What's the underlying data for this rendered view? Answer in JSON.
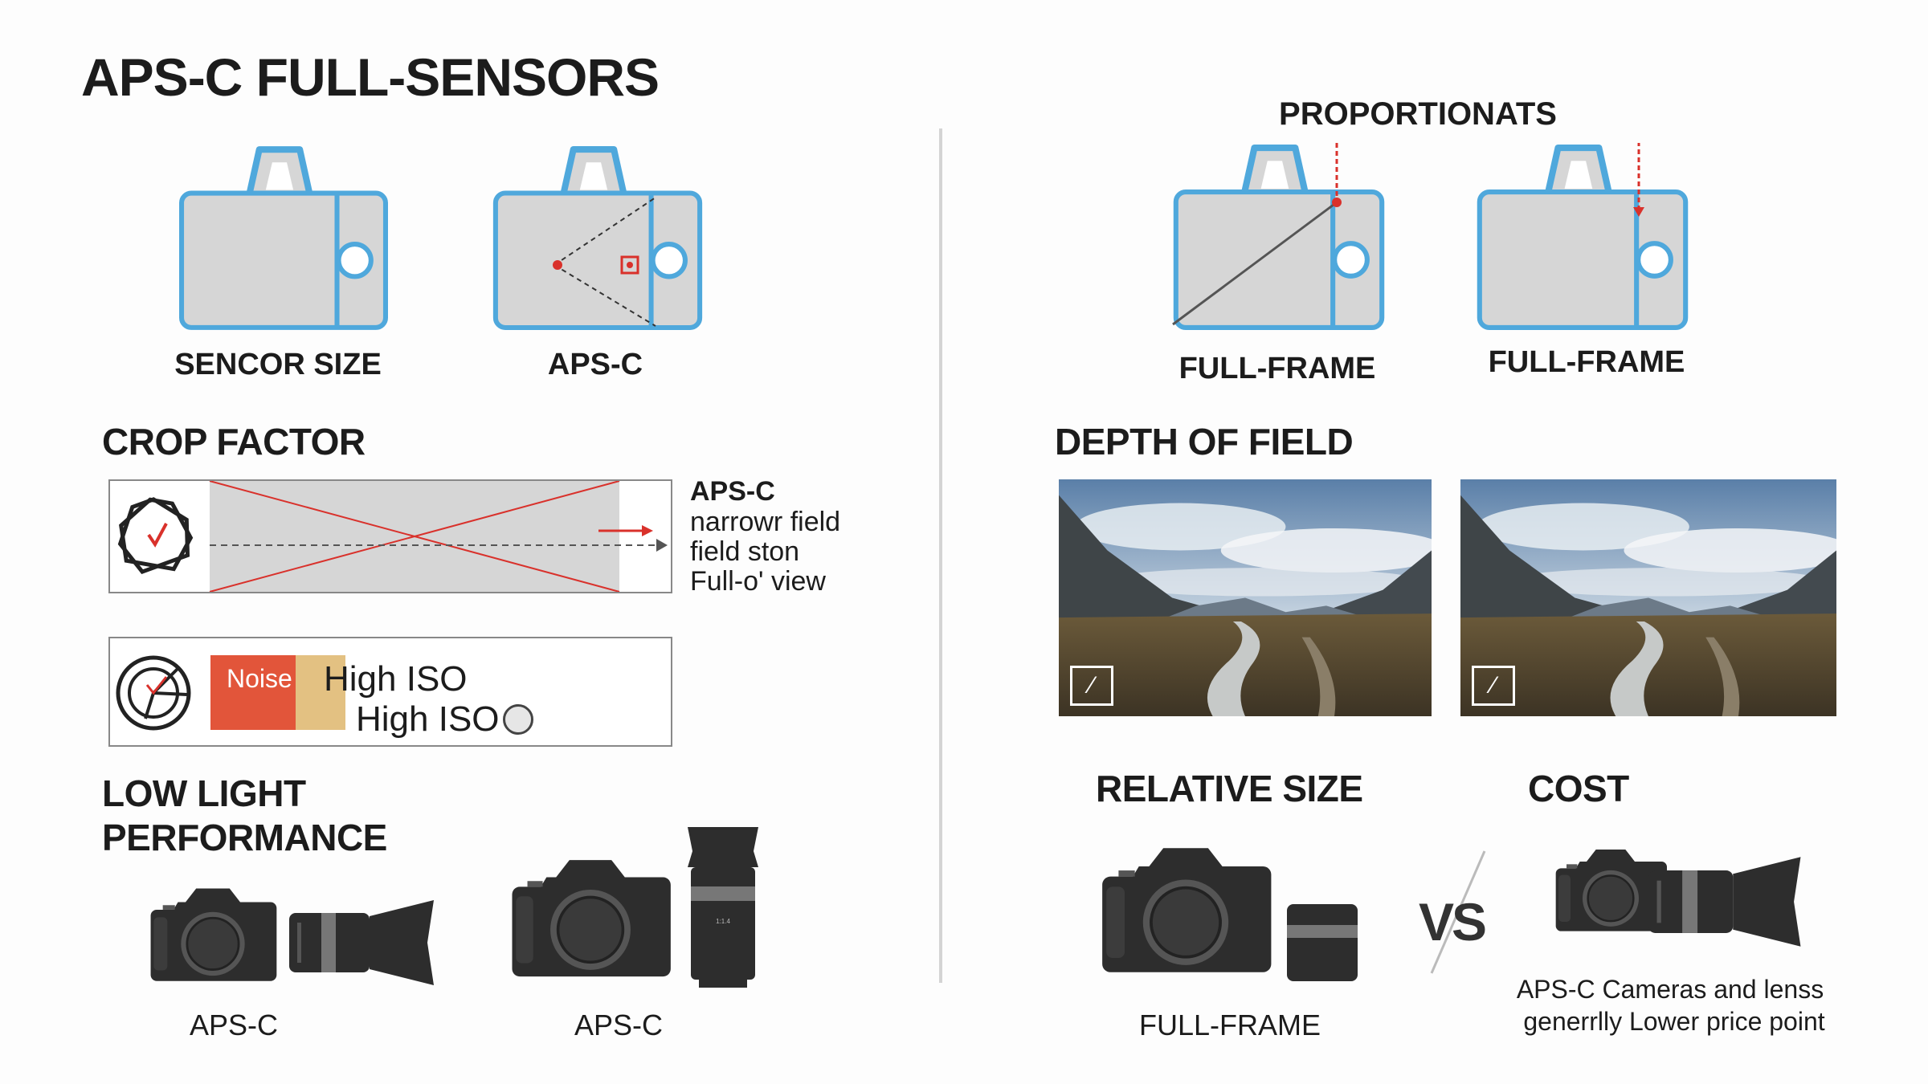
{
  "title": "APS-C FULL-SENSORS",
  "sensors": {
    "proportion_label": "PROPORTIONATS",
    "labels": [
      "SENCOR SIZE",
      "APS-C",
      "FULL-FRAME",
      "FULL-FRAME"
    ]
  },
  "crop_factor": {
    "heading": "CROP FACTOR",
    "lines": [
      "APS-C",
      "narrowr field",
      "field ston",
      "Full-o' view"
    ]
  },
  "noise": {
    "noise_label": "Noise",
    "line1": "High ISO",
    "line2": "High ISO"
  },
  "low_light": {
    "heading_line1": "LOW LIGHT",
    "heading_line2": "PERFORMANCE",
    "labels": [
      "APS-C",
      "APS-C"
    ]
  },
  "depth_of_field": {
    "heading": "DEPTH OF FIELD"
  },
  "relative_size": {
    "heading": "RELATIVE SIZE",
    "label": "FULL-FRAME",
    "vs": "VS"
  },
  "cost": {
    "heading": "COST",
    "line1": "APS-C Cameras and lenss",
    "line2": "generrlly Lower price point"
  },
  "colors": {
    "sensor_outline": "#4fa8dc",
    "sensor_fill": "#d6d6d6",
    "accent_red": "#d9312b",
    "noise_red": "#e2553a",
    "noise_tan": "#e3c182",
    "camera": "#2b2b2b"
  }
}
